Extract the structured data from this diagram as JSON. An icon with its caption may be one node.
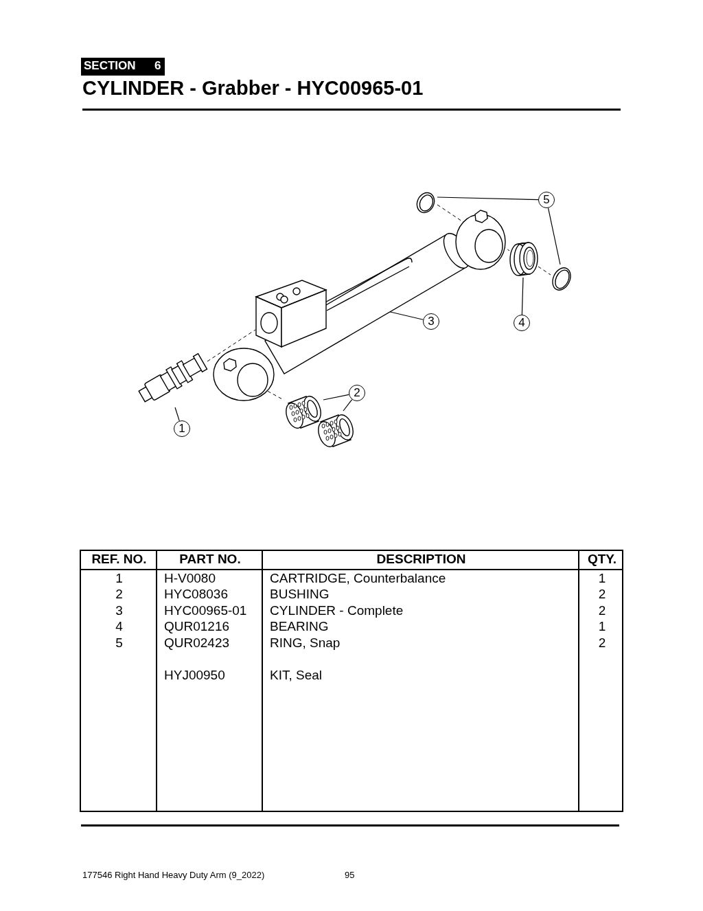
{
  "diagram": {
    "title": "CYLINDER - Grabber - HYC00965-01",
    "nodes": [
      {
        "text": [
          "1"
        ]
      },
      {
        "text": [
          "2"
        ]
      },
      {
        "text": [
          "3"
        ]
      },
      {
        "text": [
          "4"
        ]
      },
      {
        "text": [
          "5"
        ]
      },
      {
        "text": [],
        "shape": "picture"
      },
      {
        "text": [],
        "shape": "picture"
      },
      {
        "text": [],
        "shape": "picture"
      },
      {
        "text": [],
        "shape": "picture"
      },
      {
        "text": [],
        "shape": "picture"
      },
      {
        "text": [],
        "shape": "picture"
      },
      {
        "text": [],
        "shape": "picture"
      }
    ],
    "edges": [
      {
        "from": 0,
        "to": 5,
        "arrow": "none"
      },
      {
        "from": 1,
        "to": 6,
        "arrow": "none"
      },
      {
        "from": 1,
        "to": 7,
        "arrow": "none"
      },
      {
        "from": 2,
        "to": 8,
        "arrow": "none"
      },
      {
        "from": 3,
        "to": 9,
        "arrow": "none"
      },
      {
        "from": 4,
        "to": 10,
        "arrow": "none"
      },
      {
        "from": 4,
        "to": 11,
        "arrow": "none"
      },
      {
        "from": 5,
        "to": 8,
        "arrow": "none",
        "style": "dashed"
      },
      {
        "from": 8,
        "to": 6,
        "arrow": "none",
        "style": "dashed"
      },
      {
        "from": 10,
        "to": 8,
        "arrow": "none",
        "style": "dashed"
      },
      {
        "from": 8,
        "to": 9,
        "arrow": "none",
        "style": "dashed"
      },
      {
        "from": 9,
        "to": 11,
        "arrow": "none",
        "style": "dashed"
      }
    ],
    "labels": [
      "SECTION",
      "6",
      "REF. NO.",
      "PART NO.",
      "DESCRIPTION",
      "QTY.",
      "1",
      "H-V0080",
      "CARTRIDGE, Counterbalance",
      "1",
      "2",
      "HYC08036",
      "BUSHING",
      "2",
      "3",
      "HYC00965-01",
      "CYLINDER - Complete",
      "2",
      "4",
      "QUR01216",
      "BEARING",
      "1",
      "5",
      "QUR02423",
      "RING, Snap",
      "2",
      "HYJ00950",
      "KIT, Seal",
      "177546 Right Hand Heavy Duty Arm (9_2022)",
      "95"
    ]
  }
}
